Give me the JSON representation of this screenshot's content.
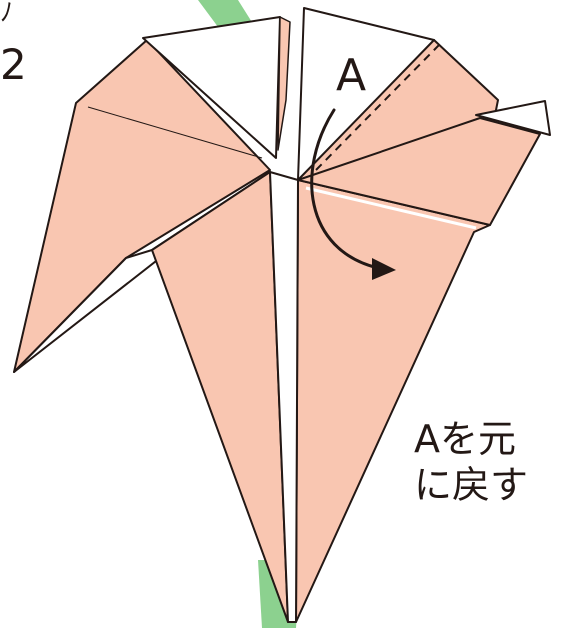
{
  "labels": {
    "step_mark": "ﾉ",
    "step_number": "2",
    "point": "A"
  },
  "instruction": {
    "line1": "Aを元",
    "line2": "に戻す"
  },
  "colors": {
    "paper": "#f9c6b1",
    "paper_back": "#ffffff",
    "stem": "#8cd18f",
    "ink": "#231815"
  }
}
